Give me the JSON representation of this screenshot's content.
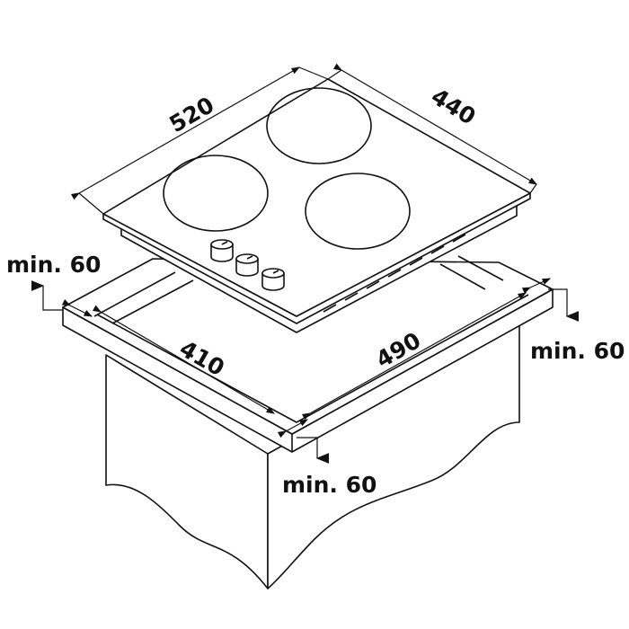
{
  "title": "Hob built-in dimensions diagram",
  "dimensions": {
    "hob_width": "520",
    "hob_depth": "440",
    "cutout_depth": "410",
    "cutout_width": "490"
  },
  "clearances": {
    "rear": "min. 60",
    "side": "min. 60",
    "front": "min. 60"
  },
  "colors": {
    "line": "#111111",
    "background": "#ffffff"
  }
}
